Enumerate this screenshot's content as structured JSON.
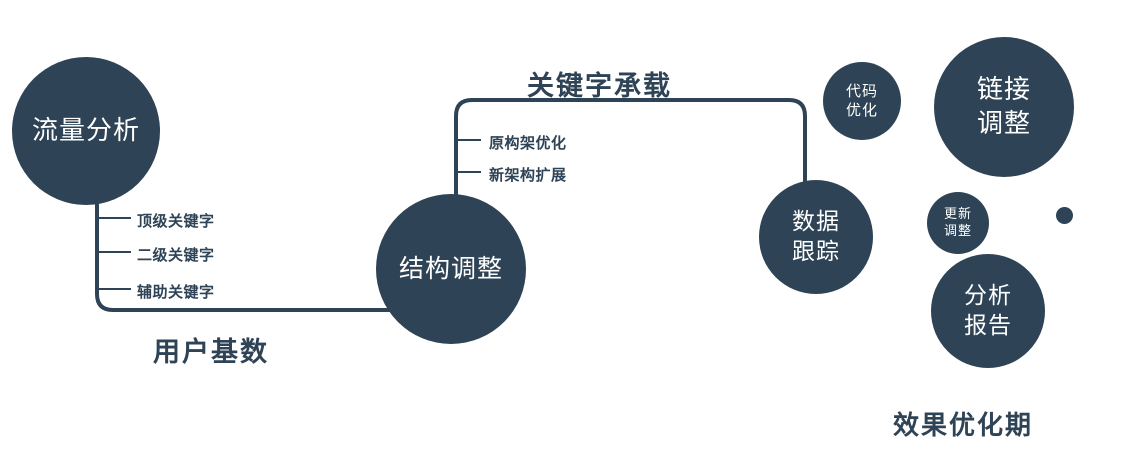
{
  "diagram": {
    "colors": {
      "primary": "#2e4355",
      "circle_text": "#ffffff",
      "background": "#ffffff"
    },
    "nodes": {
      "traffic": {
        "label": "流量分析"
      },
      "structure": {
        "label": "结构调整"
      },
      "tracking": {
        "label": "数据\n跟踪"
      },
      "code": {
        "label": "代码\n优化"
      },
      "link": {
        "label": "链接\n调整"
      },
      "update": {
        "label": "更新\n调整"
      },
      "report": {
        "label": "分析\n报告"
      }
    },
    "branches": {
      "traffic": {
        "items": [
          "顶级关键字",
          "二级关键字",
          "辅助关键字"
        ]
      },
      "structure": {
        "items": [
          "原构架优化",
          "新架构扩展"
        ]
      }
    },
    "edges": {
      "user_base": "用户基数",
      "keyword_load": "关键字承载"
    },
    "caption": "效果优化期"
  }
}
